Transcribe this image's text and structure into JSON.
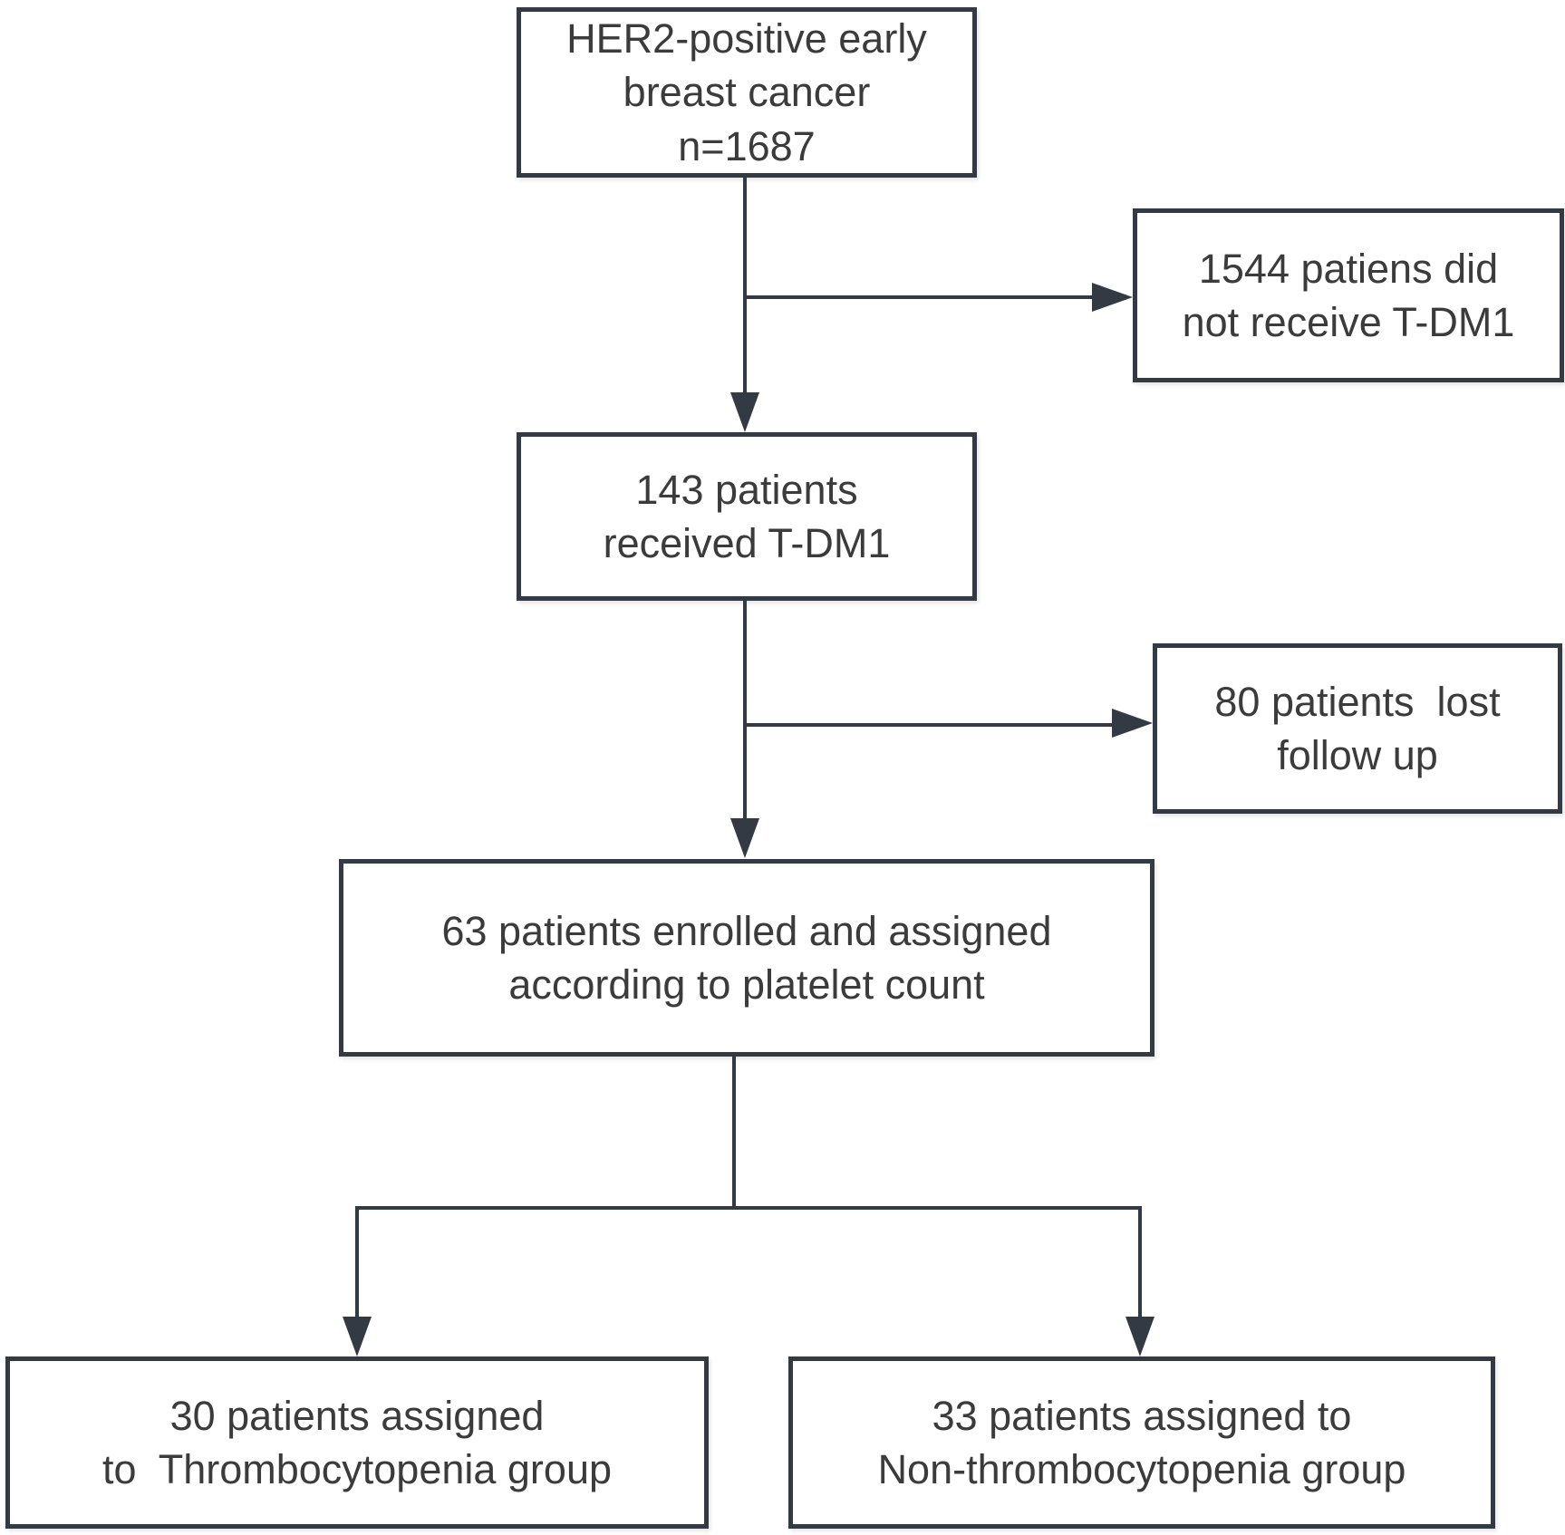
{
  "figure": {
    "type": "flowchart",
    "colors": {
      "background": "#ffffff",
      "box_border": "#343a43",
      "connector": "#343a43",
      "text": "#3b3b3b"
    }
  },
  "nodes": [
    {
      "id": "her2-early-breast-cancer",
      "lines": [
        "HER2-positive early",
        "breast cancer",
        "n=1687"
      ]
    },
    {
      "id": "did-not-receive-tdm1",
      "lines": [
        "1544 patiens did",
        "not receive T-DM1"
      ]
    },
    {
      "id": "received-tdm1",
      "lines": [
        "143 patients",
        "received T-DM1"
      ]
    },
    {
      "id": "lost-follow-up",
      "lines": [
        "80 patients  lost",
        "follow up"
      ]
    },
    {
      "id": "enrolled-assigned",
      "lines": [
        "63 patients enrolled and assigned",
        "according to platelet count"
      ]
    },
    {
      "id": "thrombocytopenia-group",
      "lines": [
        "30 patients assigned",
        "to  Thrombocytopenia group"
      ]
    },
    {
      "id": "non-thrombocytopenia-group",
      "lines": [
        "33 patients assigned to",
        "Non-thrombocytopenia group"
      ]
    }
  ],
  "edges": [
    {
      "from": "her2-early-breast-cancer",
      "to": "did-not-receive-tdm1"
    },
    {
      "from": "her2-early-breast-cancer",
      "to": "received-tdm1"
    },
    {
      "from": "received-tdm1",
      "to": "lost-follow-up"
    },
    {
      "from": "received-tdm1",
      "to": "enrolled-assigned"
    },
    {
      "from": "enrolled-assigned",
      "to": "thrombocytopenia-group"
    },
    {
      "from": "enrolled-assigned",
      "to": "non-thrombocytopenia-group"
    }
  ]
}
